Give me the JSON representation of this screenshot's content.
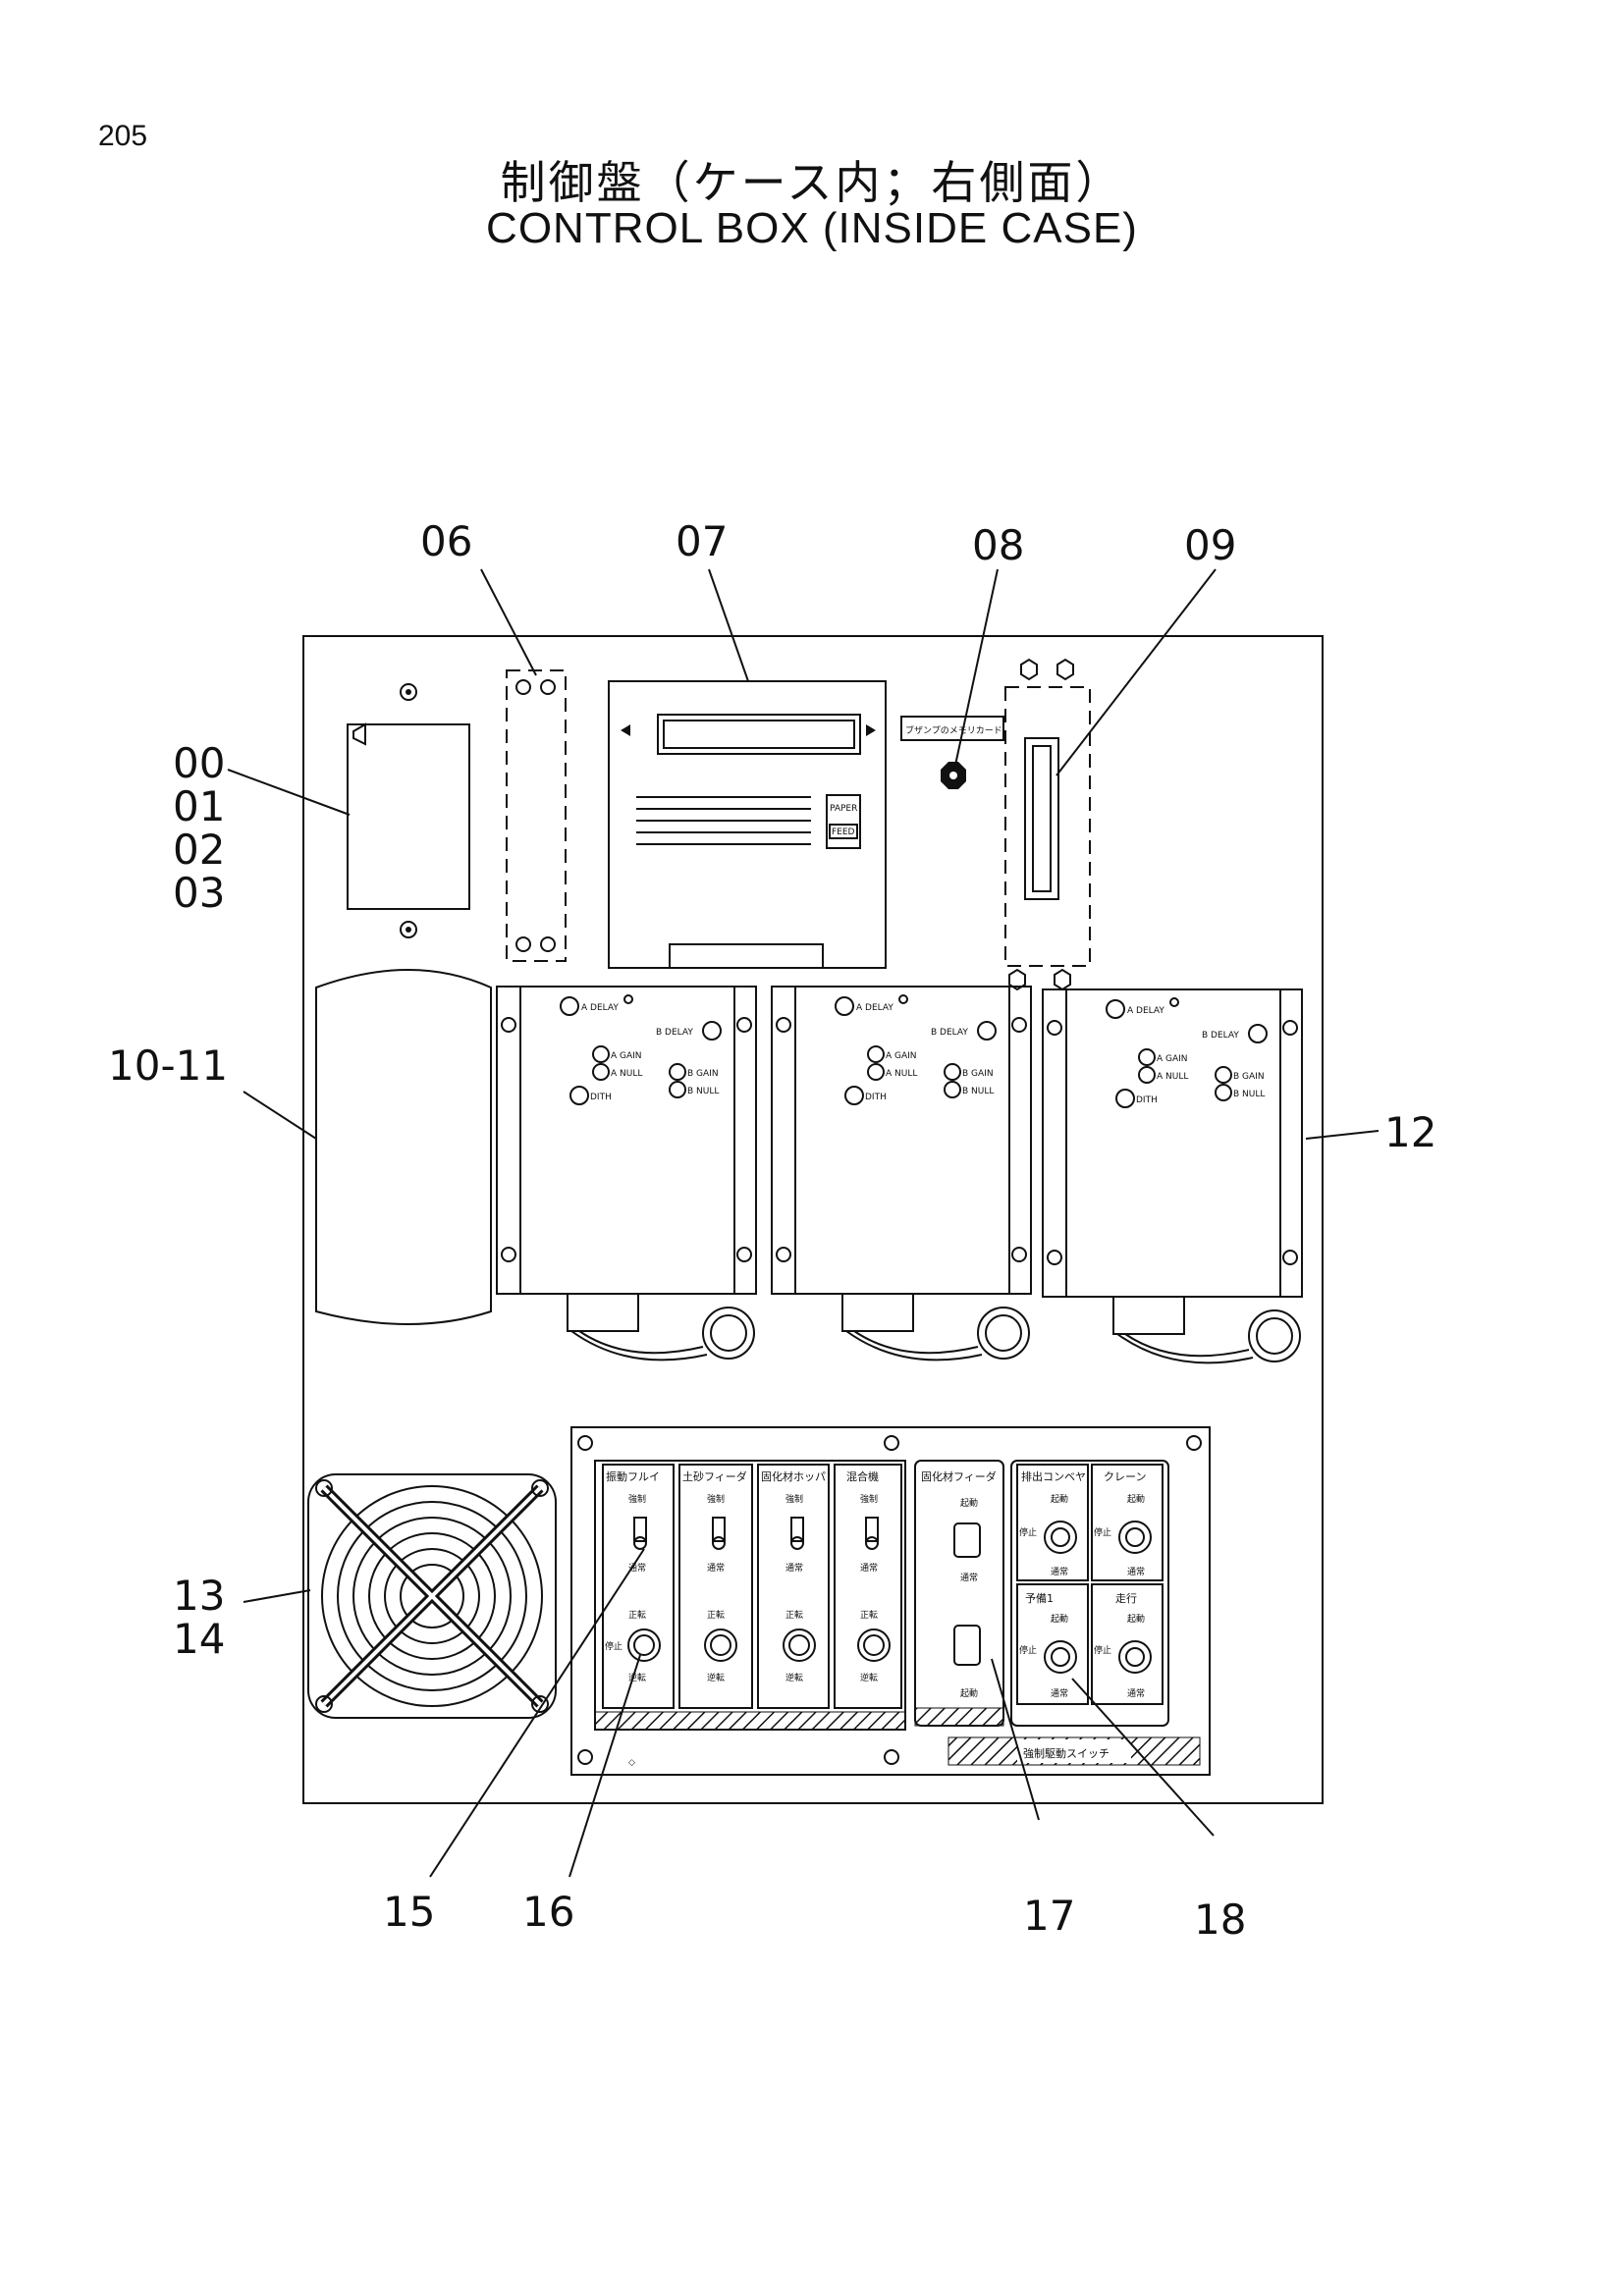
{
  "page_number": "205",
  "title_jp": "制御盤（ケース内；右側面）",
  "title_en": "CONTROL BOX (INSIDE CASE)",
  "callouts": {
    "c06": "06",
    "c07": "07",
    "c08": "08",
    "c09": "09",
    "c00": "00",
    "c01": "01",
    "c02": "02",
    "c03": "03",
    "c1011": "10-11",
    "c12": "12",
    "c13": "13",
    "c14": "14",
    "c15": "15",
    "c16": "16",
    "c17": "17",
    "c18": "18"
  },
  "printer": {
    "buzzer_label": "ブザンプのメモリカード",
    "paper_label": "PAPER",
    "feed_label": "FEED"
  },
  "amp": {
    "a_delay": "A DELAY",
    "b_delay": "B DELAY",
    "a_gain": "A GAIN",
    "a_null": "A NULL",
    "b_gain": "B GAIN",
    "b_null": "B NULL",
    "dith": "DITH"
  },
  "switch_panel": {
    "cols": [
      "振動フルイ",
      "土砂フィーダ",
      "固化材ホッパ",
      "混合機"
    ],
    "col_top": "強制",
    "col_mid": "通常",
    "col_fwd": "正転",
    "col_stop": "停止",
    "col_rev": "逆転",
    "feeder": "固化材フィーダ",
    "feeder_run": "起動",
    "feeder_normal": "通常",
    "feeder_stop": "起動",
    "conveyor": "排出コンベヤ",
    "crane": "クレーン",
    "spare": "予備1",
    "travel": "走行",
    "run": "起動",
    "stop": "停止",
    "normal": "通常",
    "footer": "強制駆動スイッチ"
  }
}
